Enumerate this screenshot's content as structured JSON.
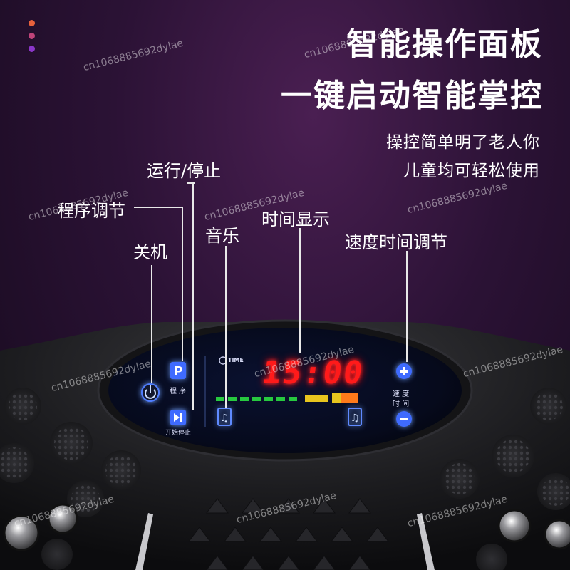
{
  "headline": {
    "line1": "智能操作面板",
    "line2": "一键启动智能掌控"
  },
  "subtitle": {
    "line1": "操控简单明了老人你",
    "line2": "儿童均可轻松使用"
  },
  "callouts": {
    "run_stop": "运行/停止",
    "program_adjust": "程序调节",
    "power_off": "关机",
    "music": "音乐",
    "time_display": "时间显示",
    "speed_time_adjust": "速度时间调节"
  },
  "panel": {
    "program_label": "程序",
    "start_stop_label": "开始停止",
    "time_badge": "TIME",
    "clock": "15:00",
    "speed_label": "速 度",
    "time_label": "时 间",
    "program_icon": "P",
    "plus_icon": "plus-icon",
    "minus_icon": "minus-icon",
    "power_icon": "power-icon",
    "play_pause_icon": "play-pause-icon",
    "music_icon": "music-note-icon"
  },
  "watermark": "cn1068885692dylae",
  "colors": {
    "accent_dot_1": "#e8613c",
    "accent_dot_2": "#c0447a",
    "accent_dot_3": "#8b36c9",
    "led_red": "#ff1a1a",
    "button_blue": "#3f6bff",
    "bar_green": "#27c93f",
    "bar_yellow": "#e7c51e",
    "bar_orange": "#ff7a1a"
  }
}
